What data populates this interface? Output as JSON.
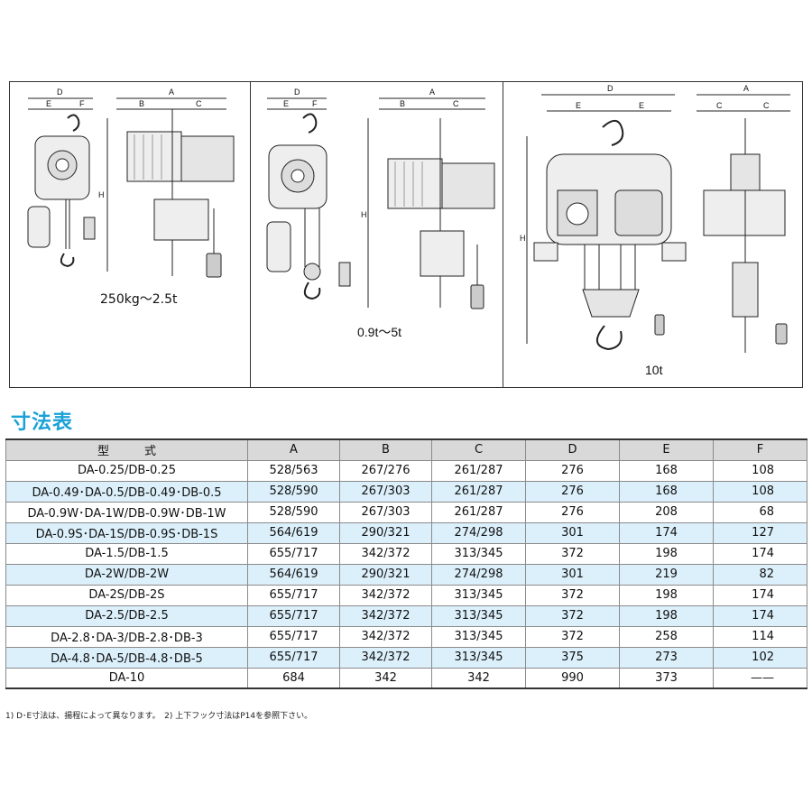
{
  "figures": {
    "captions": [
      "250kg～2.5t",
      "0.9t～5t",
      "10t"
    ],
    "dimension_letters": [
      "D",
      "E",
      "F",
      "A",
      "B",
      "C",
      "H"
    ]
  },
  "section_title": "寸法表",
  "table": {
    "headers": [
      "型　　　式",
      "A",
      "B",
      "C",
      "D",
      "E",
      "F"
    ],
    "rows": [
      [
        "DA-0.25/DB-0.25",
        "528/563",
        "267/276",
        "261/287",
        "276",
        "168",
        "108"
      ],
      [
        "DA-0.49･DA-0.5/DB-0.49･DB-0.5",
        "528/590",
        "267/303",
        "261/287",
        "276",
        "168",
        "108"
      ],
      [
        "DA-0.9W･DA-1W/DB-0.9W･DB-1W",
        "528/590",
        "267/303",
        "261/287",
        "276",
        "208",
        "68"
      ],
      [
        "DA-0.9S･DA-1S/DB-0.9S･DB-1S",
        "564/619",
        "290/321",
        "274/298",
        "301",
        "174",
        "127"
      ],
      [
        "DA-1.5/DB-1.5",
        "655/717",
        "342/372",
        "313/345",
        "372",
        "198",
        "174"
      ],
      [
        "DA-2W/DB-2W",
        "564/619",
        "290/321",
        "274/298",
        "301",
        "219",
        "82"
      ],
      [
        "DA-2S/DB-2S",
        "655/717",
        "342/372",
        "313/345",
        "372",
        "198",
        "174"
      ],
      [
        "DA-2.5/DB-2.5",
        "655/717",
        "342/372",
        "313/345",
        "372",
        "198",
        "174"
      ],
      [
        "DA-2.8･DA-3/DB-2.8･DB-3",
        "655/717",
        "342/372",
        "313/345",
        "372",
        "258",
        "114"
      ],
      [
        "DA-4.8･DA-5/DB-4.8･DB-5",
        "655/717",
        "342/372",
        "313/345",
        "375",
        "273",
        "102"
      ],
      [
        "DA-10",
        "684",
        "342",
        "342",
        "990",
        "373",
        "——"
      ]
    ]
  },
  "footnote": "1) D･E寸法は、揚程によって異なります。　2) 上下フック寸法はP14を参照下さい。"
}
